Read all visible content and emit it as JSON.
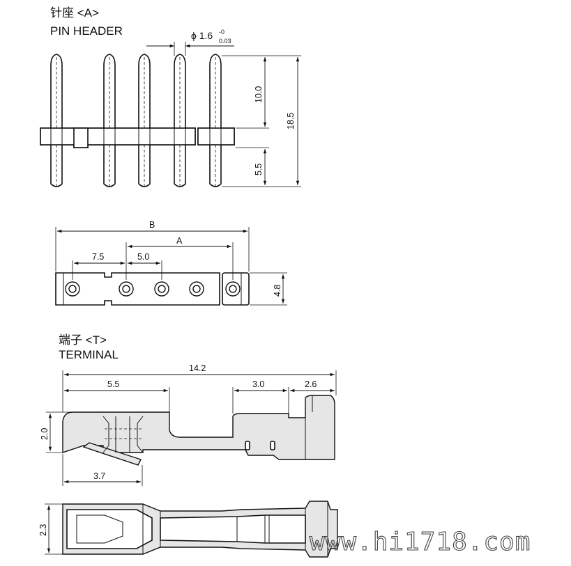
{
  "header_section": {
    "title_cn": "针座 <A>",
    "title_en": "PIN HEADER",
    "dims": {
      "pin_dia": "ϕ 1.6",
      "pin_tol_upper": "-0",
      "pin_tol_lower": "0.03",
      "upper_length": "10.0",
      "total_length": "18.5",
      "lower_length": "5.5"
    }
  },
  "top_view": {
    "dims": {
      "overall": "B",
      "pitch_span": "A",
      "first_offset": "7.5",
      "pitch": "5.0",
      "width": "4.8"
    }
  },
  "terminal_section": {
    "title_cn": "端子 <T>",
    "title_en": "TERMINAL",
    "dims": {
      "overall": "14.2",
      "contact_len": "5.5",
      "crimp_a": "3.0",
      "crimp_b": "2.6",
      "height": "2.0",
      "lance": "3.7",
      "width": "2.3"
    }
  },
  "watermark": "www.hi1718.com"
}
